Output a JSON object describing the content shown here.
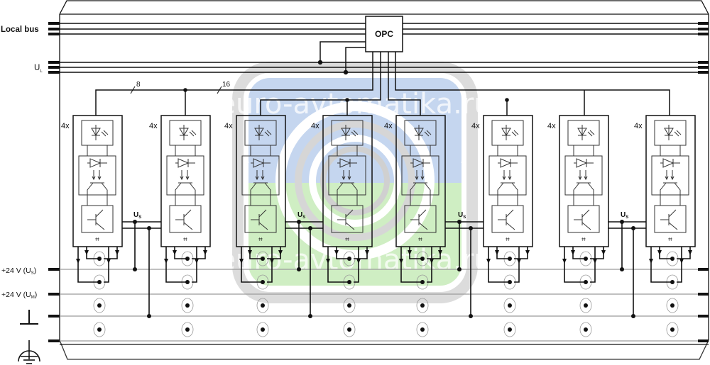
{
  "diagram": {
    "title": "Optocoupler output module wiring schematic",
    "controller_label": "OPC",
    "left_labels": {
      "local_bus": "Local bus",
      "logic_supply": "U",
      "logic_supply_sub": "L",
      "supply_us": "+24 V (U",
      "supply_us_sub": "S",
      "supply_us_close": ")",
      "supply_um": "+24 V (U",
      "supply_um_sub": "M",
      "supply_um_close": ")",
      "ground": "ground",
      "protective_earth": "protective earth"
    },
    "bus_widths": [
      "8",
      "16"
    ],
    "module_count_label": "4x",
    "module_symbol": "⌗",
    "supply_node_label": "U",
    "supply_node_sub": "S",
    "modules": [
      {
        "id": 1,
        "multiplier": "4x"
      },
      {
        "id": 2,
        "multiplier": "4x"
      },
      {
        "id": 3,
        "multiplier": "4x"
      },
      {
        "id": 4,
        "multiplier": "4x"
      },
      {
        "id": 5,
        "multiplier": "4x"
      },
      {
        "id": 6,
        "multiplier": "4x"
      },
      {
        "id": 7,
        "multiplier": "4x"
      },
      {
        "id": 8,
        "multiplier": "4x"
      }
    ],
    "watermark": {
      "text": "euro-avtomatika.ru",
      "colors": {
        "top": "#c5d6ef",
        "bottom": "#cfeec3",
        "ring": "#d9d9d9"
      }
    },
    "colors": {
      "line": "#111111",
      "grey_line": "#9a9a9a",
      "terminal": "#8a8a8a"
    }
  }
}
